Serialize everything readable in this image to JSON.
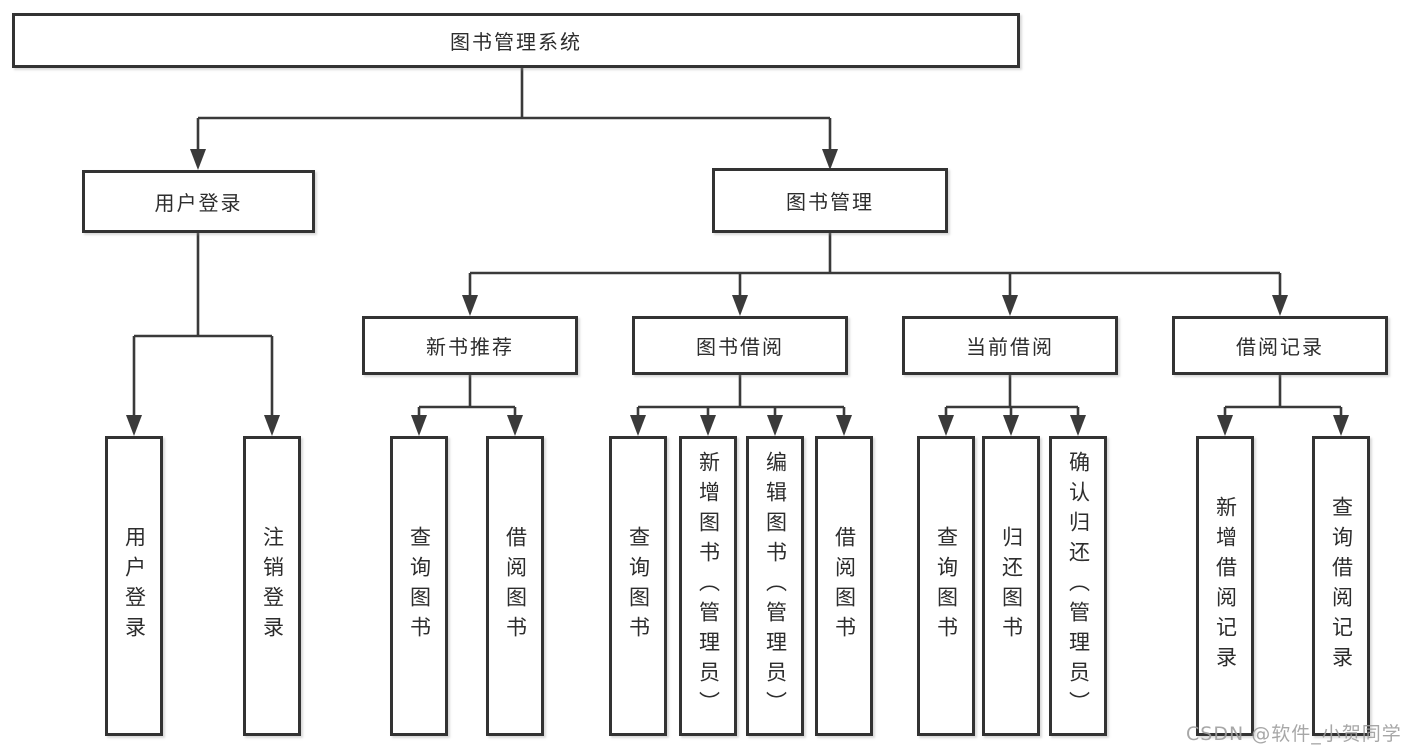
{
  "nodes": {
    "root": "图书管理系统",
    "user_login": "用户登录",
    "book_mgmt": "图书管理",
    "new_book": "新书推荐",
    "book_borrow": "图书借阅",
    "current_borrow": "当前借阅",
    "borrow_record": "借阅记录",
    "leaves": {
      "user_login": "用户登录",
      "logout": "注销登录",
      "rec_query": "查询图书",
      "rec_borrow": "借阅图书",
      "borrow_query": "查询图书",
      "borrow_add": "新增图书（管理员）",
      "borrow_edit": "编辑图书（管理员）",
      "borrow_borrow": "借阅图书",
      "cur_query": "查询图书",
      "cur_return": "归还图书",
      "cur_confirm": "确认归还（管理员）",
      "record_add": "新增借阅记录",
      "record_query": "查询借阅记录"
    }
  },
  "watermark": "CSDN @软件_小贺同学",
  "colors": {
    "line": "#3a3a3a",
    "box_border": "#333333",
    "text": "#2d2d2d",
    "watermark": "#9e9e9e",
    "background": "#ffffff"
  }
}
